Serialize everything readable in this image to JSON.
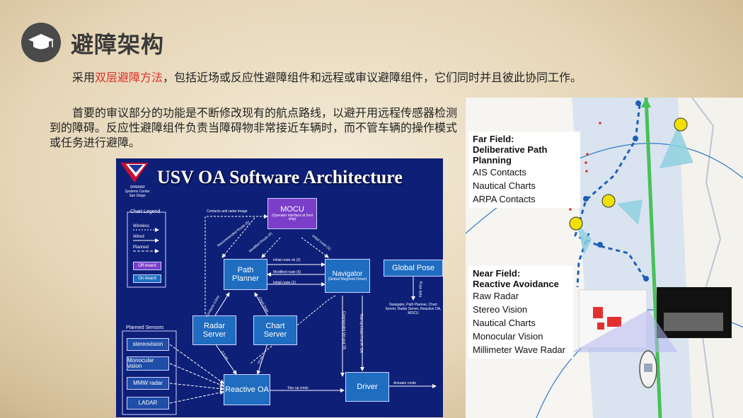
{
  "slide": {
    "title": "避障架构",
    "para1_a": "采用",
    "para1_highlight": "双层避障方法",
    "para1_b": "，包括近场或反应性避障组件和远程或审议避障组件，它们同时并且彼此协同工作。",
    "para2": "首要的审议部分的功能是不断修改现有的航点路线，以避开用远程传感器检测到的障碍。反应性避障组件负责当障碍物非常接近车辆时，而不管车辆的操作模式或任务进行避障。"
  },
  "diagram": {
    "title": "USV OA Software Architecture",
    "logo_text": "SPAWAR Systems Center San Diego",
    "legend": {
      "title": "Chart Legend",
      "items": [
        "Wireless",
        "Wired",
        "Planned",
        "Off-board",
        "On-board"
      ]
    },
    "nodes": {
      "mocu": "MOCU",
      "mocu_sub": "(Operator interface at host ship)",
      "path_planner": "Path Planner",
      "navigator": "Navigator",
      "navigator_sub": "(Global Waypoint Driver)",
      "global_pose": "Global Pose",
      "global_pose_note": "Navigator, Path Planner, Chart Server, Radar Server, Reactive OA, MOCU",
      "radar_server": "Radar Server",
      "chart_server": "Chart Server",
      "reactive_oa": "Reactive OA",
      "driver": "Driver"
    },
    "sensors_title": "Planned Sensors",
    "sensors": [
      "stereovision",
      "Monocular vision",
      "MMW radar",
      "LADAR"
    ],
    "edges": {
      "contacts_radar": "Contacts and radar image",
      "recommended_route": "Recommended Route (5)",
      "modified_route_4": "Modified Route (4)",
      "initial_route_1": "Initial route (1)",
      "initial_route_ok": "Initial route ok (3)",
      "modified_route_5": "Modified route (5)",
      "initial_route_2": "Initial route (2)",
      "contacts_rate": "Contacts 0.5Hz",
      "chart_data": "Chart Data",
      "commanded_vel": "Commanded Vel and TR",
      "teleop_if": "Tele-op cmds if no R. OA",
      "pose_data": "Pose data",
      "teleop_cmds": "Tele-op cmds",
      "actuator_cmds": "Actuator cmds",
      "radar_rate": "0.5 Hz",
      "chart_rate": "10 Hz"
    }
  },
  "map": {
    "far_field": {
      "title_1": "Far Field:",
      "title_2": "Deliberative Path Planning",
      "items": [
        "AIS Contacts",
        "Nautical Charts",
        "ARPA Contacts"
      ]
    },
    "near_field": {
      "title_1": "Near Field:",
      "title_2": "Reactive Avoidance",
      "items": [
        "Raw Radar",
        "Stereo Vision",
        "Nautical Charts",
        "Monocular Vision",
        "Millimeter Wave Radar"
      ]
    },
    "colors": {
      "path_green": "#49c05a",
      "route_blue": "#1f5fb8",
      "contact_yellow": "#f1e100",
      "danger_red": "#e23030"
    }
  }
}
